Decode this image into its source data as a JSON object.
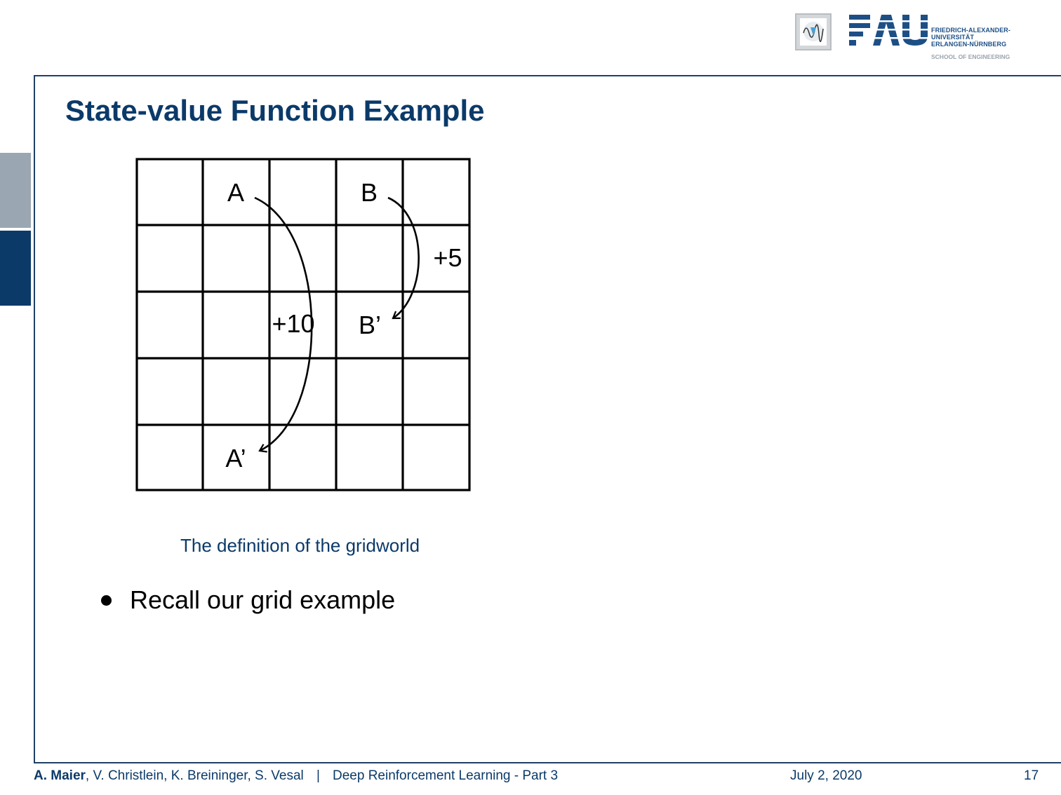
{
  "header": {
    "logo_line1": "FRIEDRICH-ALEXANDER-",
    "logo_line2": "UNIVERSITÄT",
    "logo_line3": "ERLANGEN-NÜRNBERG",
    "logo_school": "SCHOOL OF ENGINEERING",
    "logo_mark": "FAU",
    "emblem_icon": "pattern-recognition-lab-icon"
  },
  "slide": {
    "title": "State-value Function Example",
    "figure": {
      "rows": 5,
      "cols": 5,
      "cell_labels": {
        "A": "A",
        "B": "B",
        "A_prime": "A’",
        "B_prime": "B’"
      },
      "rewards": {
        "A_to_A_prime": "+10",
        "B_to_B_prime": "+5"
      },
      "caption": "The definition of the gridworld"
    },
    "bullets": [
      "Recall our grid example"
    ]
  },
  "footer": {
    "author_bold": "A. Maier",
    "authors_rest": ", V. Christlein, K. Breininger, S. Vesal",
    "separator": "|",
    "course": "Deep Reinforcement Learning - Part 3",
    "date": "July 2, 2020",
    "page": "17"
  },
  "colors": {
    "accent": "#0b3a69",
    "frame": "#1f3f66",
    "side_tab_grey": "#9aa7b2",
    "logo_blue": "#1d4f86"
  }
}
